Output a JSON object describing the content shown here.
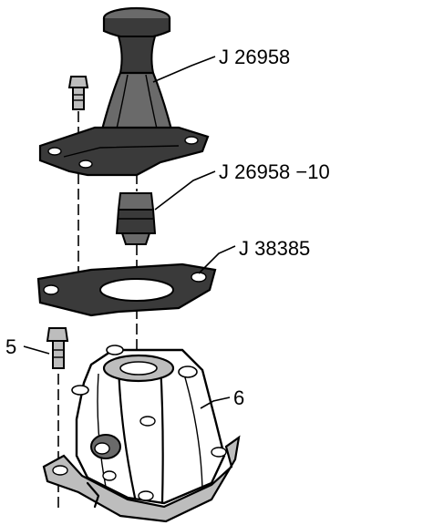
{
  "labels": {
    "tool_main": "J 26958",
    "tool_adapter": "J 26958 −10",
    "tool_plate": "J 38385",
    "bolt": "5",
    "housing": "6"
  },
  "colors": {
    "ink": "#000000",
    "background": "#ffffff"
  }
}
